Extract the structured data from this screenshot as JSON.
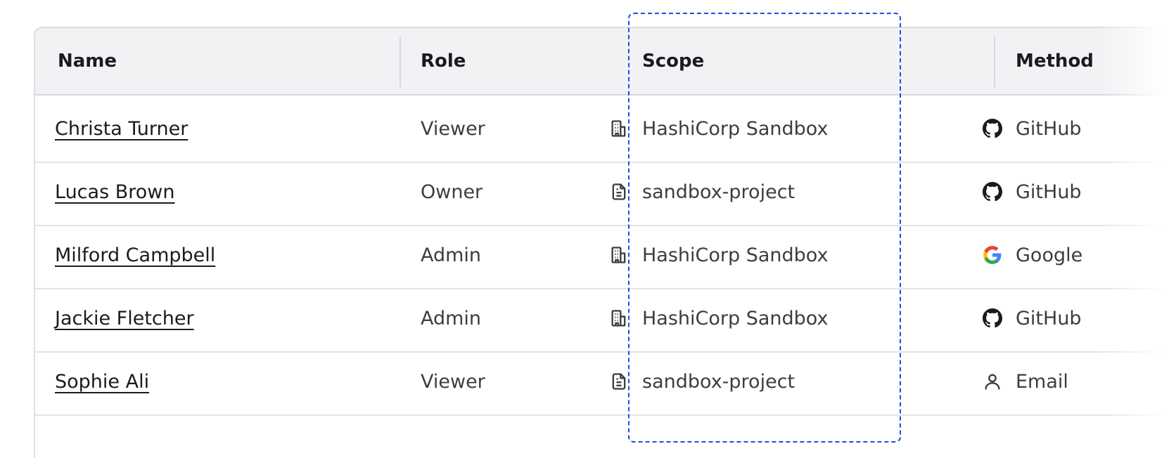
{
  "table": {
    "headers": {
      "name": "Name",
      "role": "Role",
      "scope": "Scope",
      "method": "Method"
    },
    "rows": [
      {
        "name": "Christa Turner",
        "role": "Viewer",
        "scope": "HashiCorp Sandbox",
        "scope_icon": "building-icon",
        "method": "GitHub",
        "method_icon": "github-icon"
      },
      {
        "name": "Lucas Brown",
        "role": "Owner",
        "scope": "sandbox-project",
        "scope_icon": "file-text-icon",
        "method": "GitHub",
        "method_icon": "github-icon"
      },
      {
        "name": "Milford Campbell",
        "role": "Admin",
        "scope": "HashiCorp Sandbox",
        "scope_icon": "building-icon",
        "method": "Google",
        "method_icon": "google-icon"
      },
      {
        "name": "Jackie Fletcher",
        "role": "Admin",
        "scope": "HashiCorp Sandbox",
        "scope_icon": "building-icon",
        "method": "GitHub",
        "method_icon": "github-icon"
      },
      {
        "name": "Sophie Ali",
        "role": "Viewer",
        "scope": "sandbox-project",
        "scope_icon": "file-text-icon",
        "method": "Email",
        "method_icon": "user-icon"
      }
    ]
  },
  "colors": {
    "focus_ring": "#1c4ee0",
    "header_bg": "#f1f2f4",
    "border": "#dcdee3",
    "text_primary": "#1a1b1f",
    "text_secondary": "#3b3d45"
  }
}
